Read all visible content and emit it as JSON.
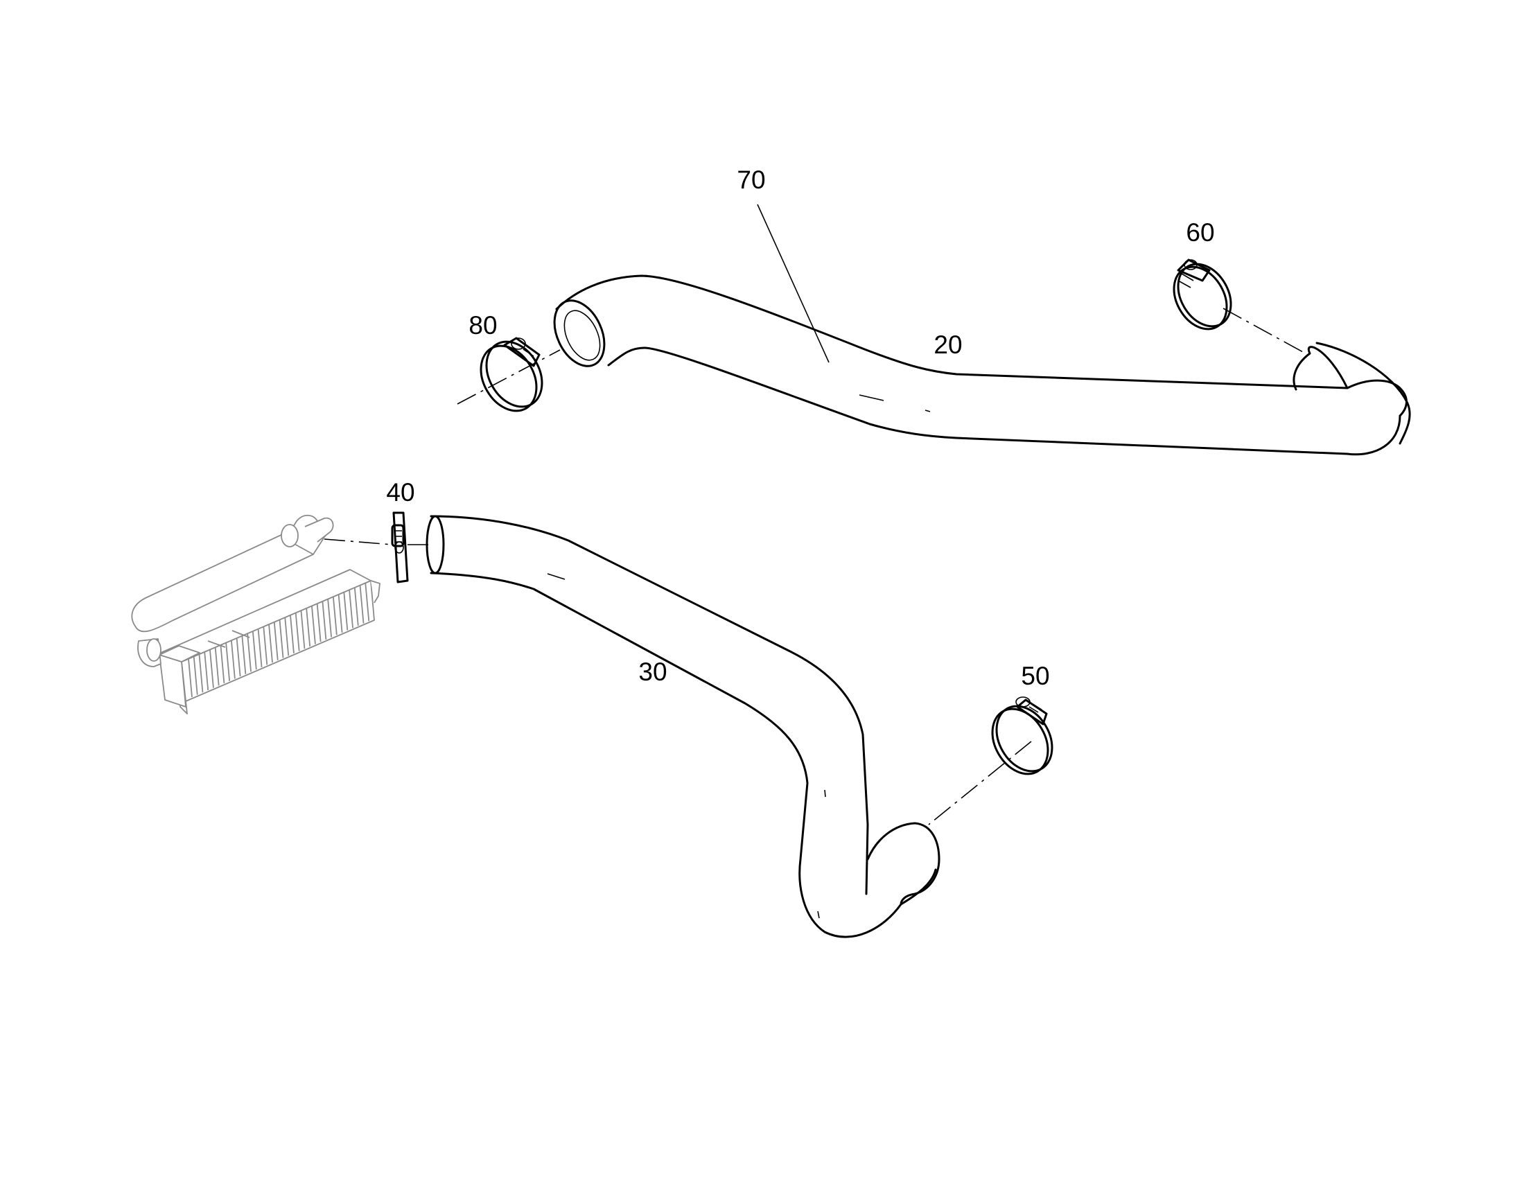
{
  "labels": {
    "p20": "20",
    "p30": "30",
    "p40": "40",
    "p50": "50",
    "p60": "60",
    "p70": "70",
    "p80": "80"
  }
}
